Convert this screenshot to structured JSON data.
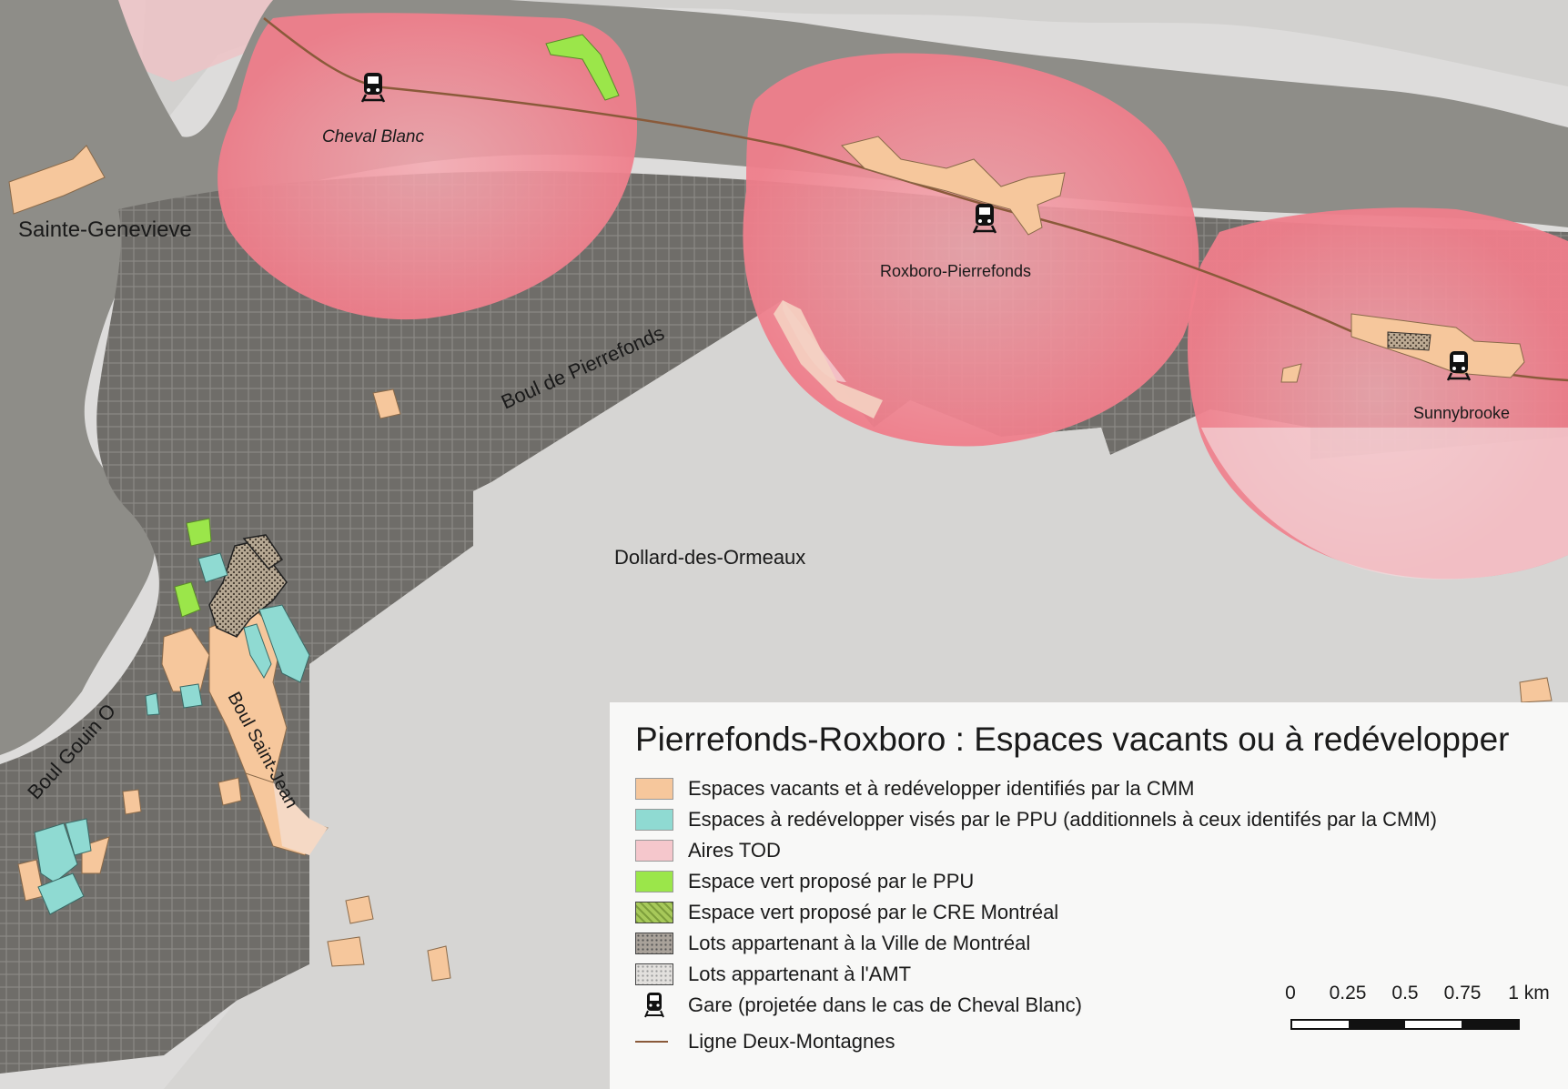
{
  "map": {
    "title": "Pierrefonds-Roxboro : Espaces vacants ou à redévelopper",
    "place_labels": {
      "sainte_genevieve": "Sainte-Genevieve",
      "dollard": "Dollard-des-Ormeaux",
      "boul_pierrefonds": "Boul de Pierrefonds",
      "boul_gouin": "Boul Gouin O",
      "boul_saint_jean": "Boul Saint-Jean"
    },
    "stations": {
      "cheval_blanc": "Cheval Blanc",
      "roxboro": "Roxboro-Pierrefonds",
      "sunnybrooke": "Sunnybrooke"
    },
    "legend": [
      {
        "label": "Espaces vacants et à redévelopper identifiés par la CMM",
        "color": "#f6c79c",
        "icon": "orange-swatch"
      },
      {
        "label": "Espaces à redévelopper visés par le PPU (additionnels à ceux identifés par la CMM)",
        "color": "#8fdad2",
        "icon": "teal-swatch"
      },
      {
        "label": "Aires TOD",
        "color": "#f5c7cc",
        "icon": "pink-swatch"
      },
      {
        "label": "Espace vert proposé par le PPU",
        "color": "#9be64a",
        "icon": "green-swatch"
      },
      {
        "label": "Espace vert proposé par le CRE Montréal",
        "color": "#a7c95a",
        "icon": "hatched-green-swatch"
      },
      {
        "label": "Lots appartenant à la Ville de Montréal",
        "color": "#a9a29a",
        "icon": "dark-stipple-swatch"
      },
      {
        "label": "Lots appartenant à l'AMT",
        "color": "#e2e0dd",
        "icon": "light-stipple-swatch"
      },
      {
        "label": "Gare (projetée dans le cas de Cheval Blanc)",
        "color": "#111111",
        "icon": "train-icon"
      },
      {
        "label": "Ligne Deux-Montagnes",
        "color": "#8a5a3a",
        "icon": "line-swatch"
      }
    ],
    "scale": {
      "ticks": [
        "0",
        "0.25",
        "0.5",
        "0.75",
        "1 km"
      ],
      "segment_colors": [
        "#ffffff",
        "#111111",
        "#ffffff",
        "#111111"
      ]
    },
    "colors": {
      "water": "#8e8d88",
      "urban": "#6e6c69",
      "tod": "#f28b95",
      "vacant": "#f6c79c",
      "ppu": "#8fdad2",
      "green": "#9be64a",
      "rail": "#8a5a3a"
    }
  }
}
